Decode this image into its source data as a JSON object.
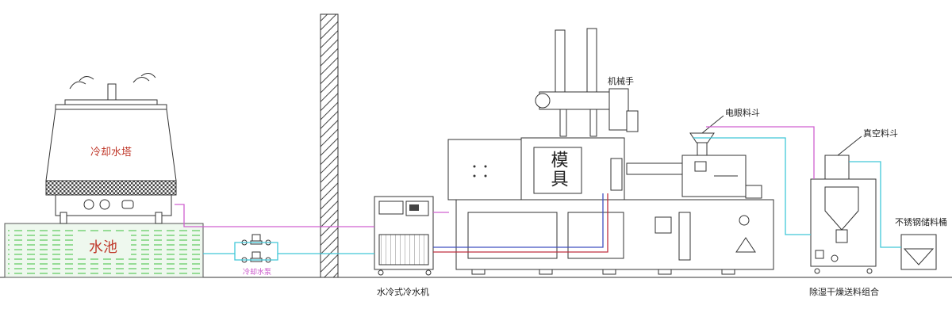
{
  "labels": {
    "cooling_tower": "冷却水塔",
    "water_pool": "水池",
    "cooling_pump": "冷却水泵",
    "chiller": "水冷式冷水机",
    "robot_arm": "机械手",
    "mould": "模具",
    "electric_eye_hopper": "电眼料斗",
    "vacuum_hopper": "真空料斗",
    "dehumidify_dryer_combo": "除湿干燥送料组合",
    "stainless_storage_bin": "不锈钢储料桶"
  },
  "colors": {
    "pipe_pink": "#d060d0",
    "pipe_cyan": "#40c8d8",
    "pipe_blue": "#4050c0",
    "pipe_red": "#c03040",
    "pool_fill": "#eef8ee",
    "pool_hatch": "#66cc66",
    "text_red": "#c0392b"
  }
}
